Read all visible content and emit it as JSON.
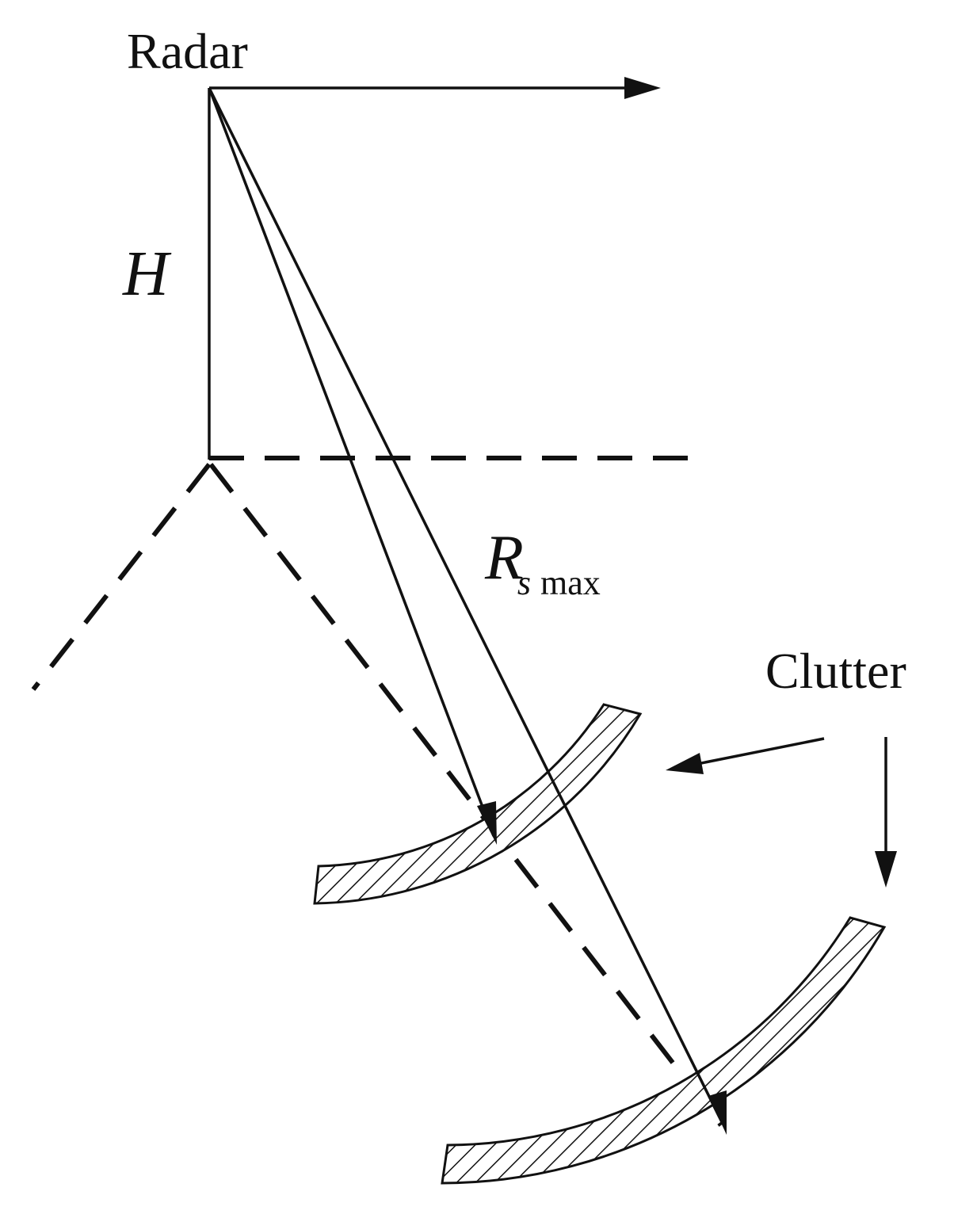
{
  "labels": {
    "radar": "Radar",
    "height": "H",
    "range_symbol": "R",
    "range_subscript_italic": "s",
    "range_subscript": "max",
    "clutter": "Clutter"
  },
  "colors": {
    "ink": "#111111",
    "background": "#ffffff"
  }
}
